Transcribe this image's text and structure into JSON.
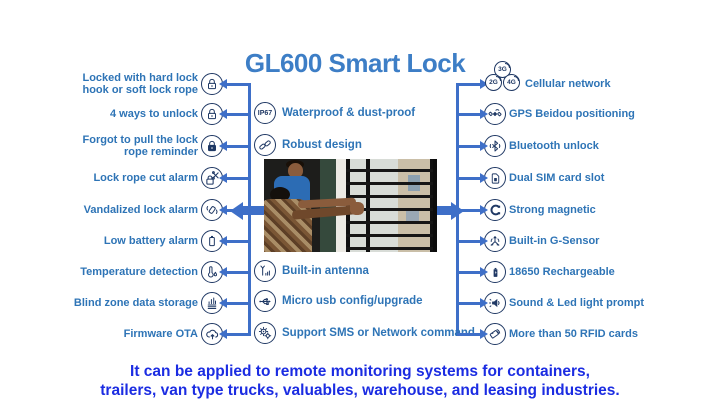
{
  "title": "GL600 Smart Lock",
  "caption": "It can be applied to remote monitoring systems for containers,\ntrailers, van type trucks, valuables, warehouse, and leasing industries.",
  "colors": {
    "title_blue": "#3d7ec6",
    "label_blue": "#2e74b6",
    "icon_navy": "#1f3864",
    "arrow_blue": "#3e6fc8",
    "caption_blue": "#1b2ce2"
  },
  "left_features": [
    {
      "label": "Locked with hard lock\nhook or soft lock rope",
      "icon": "padlock-icon"
    },
    {
      "label": "4 ways to unlock",
      "icon": "padlock-icon"
    },
    {
      "label": "Forgot to pull the lock\nrope reminder",
      "icon": "padlock-filled-icon"
    },
    {
      "label": "Lock rope cut alarm",
      "icon": "lock-cut-icon"
    },
    {
      "label": "Vandalized lock alarm",
      "icon": "shake-alarm-icon"
    },
    {
      "label": "Low battery alarm",
      "icon": "battery-icon"
    },
    {
      "label": "Temperature detection",
      "icon": "thermometer-icon"
    },
    {
      "label": "Blind zone data storage",
      "icon": "data-storage-icon"
    },
    {
      "label": "Firmware OTA",
      "icon": "cloud-ota-icon"
    }
  ],
  "center_top": [
    {
      "label": "Waterproof & dust-proof",
      "icon": "ip67-icon",
      "icon_text": "IP67"
    },
    {
      "label": "Robust design",
      "icon": "chain-link-icon"
    }
  ],
  "center_bottom": [
    {
      "label": "Built-in antenna",
      "icon": "antenna-icon"
    },
    {
      "label": "Micro usb config/upgrade",
      "icon": "usb-icon"
    },
    {
      "label": "Support SMS or Network command",
      "icon": "gears-icon"
    }
  ],
  "right_features": [
    {
      "label": "Cellular network",
      "icon": "cellular-network-icon",
      "badges": [
        "3G",
        "2G",
        "4G"
      ]
    },
    {
      "label": "GPS Beidou positioning",
      "icon": "gps-satellite-icon"
    },
    {
      "label": "Bluetooth unlock",
      "icon": "bluetooth-icon"
    },
    {
      "label": "Dual SIM card slot",
      "icon": "sim-card-icon"
    },
    {
      "label": "Strong magnetic",
      "icon": "magnet-icon"
    },
    {
      "label": "Built-in G-Sensor",
      "icon": "g-sensor-icon"
    },
    {
      "label": "18650 Rechargeable",
      "icon": "battery-18650-icon"
    },
    {
      "label": "Sound & Led light prompt",
      "icon": "speaker-icon"
    },
    {
      "label": "More than 50 RFID cards",
      "icon": "rfid-card-icon"
    }
  ],
  "photo": {
    "alt": "Two installers fitting the smart lock on a window security grille"
  }
}
